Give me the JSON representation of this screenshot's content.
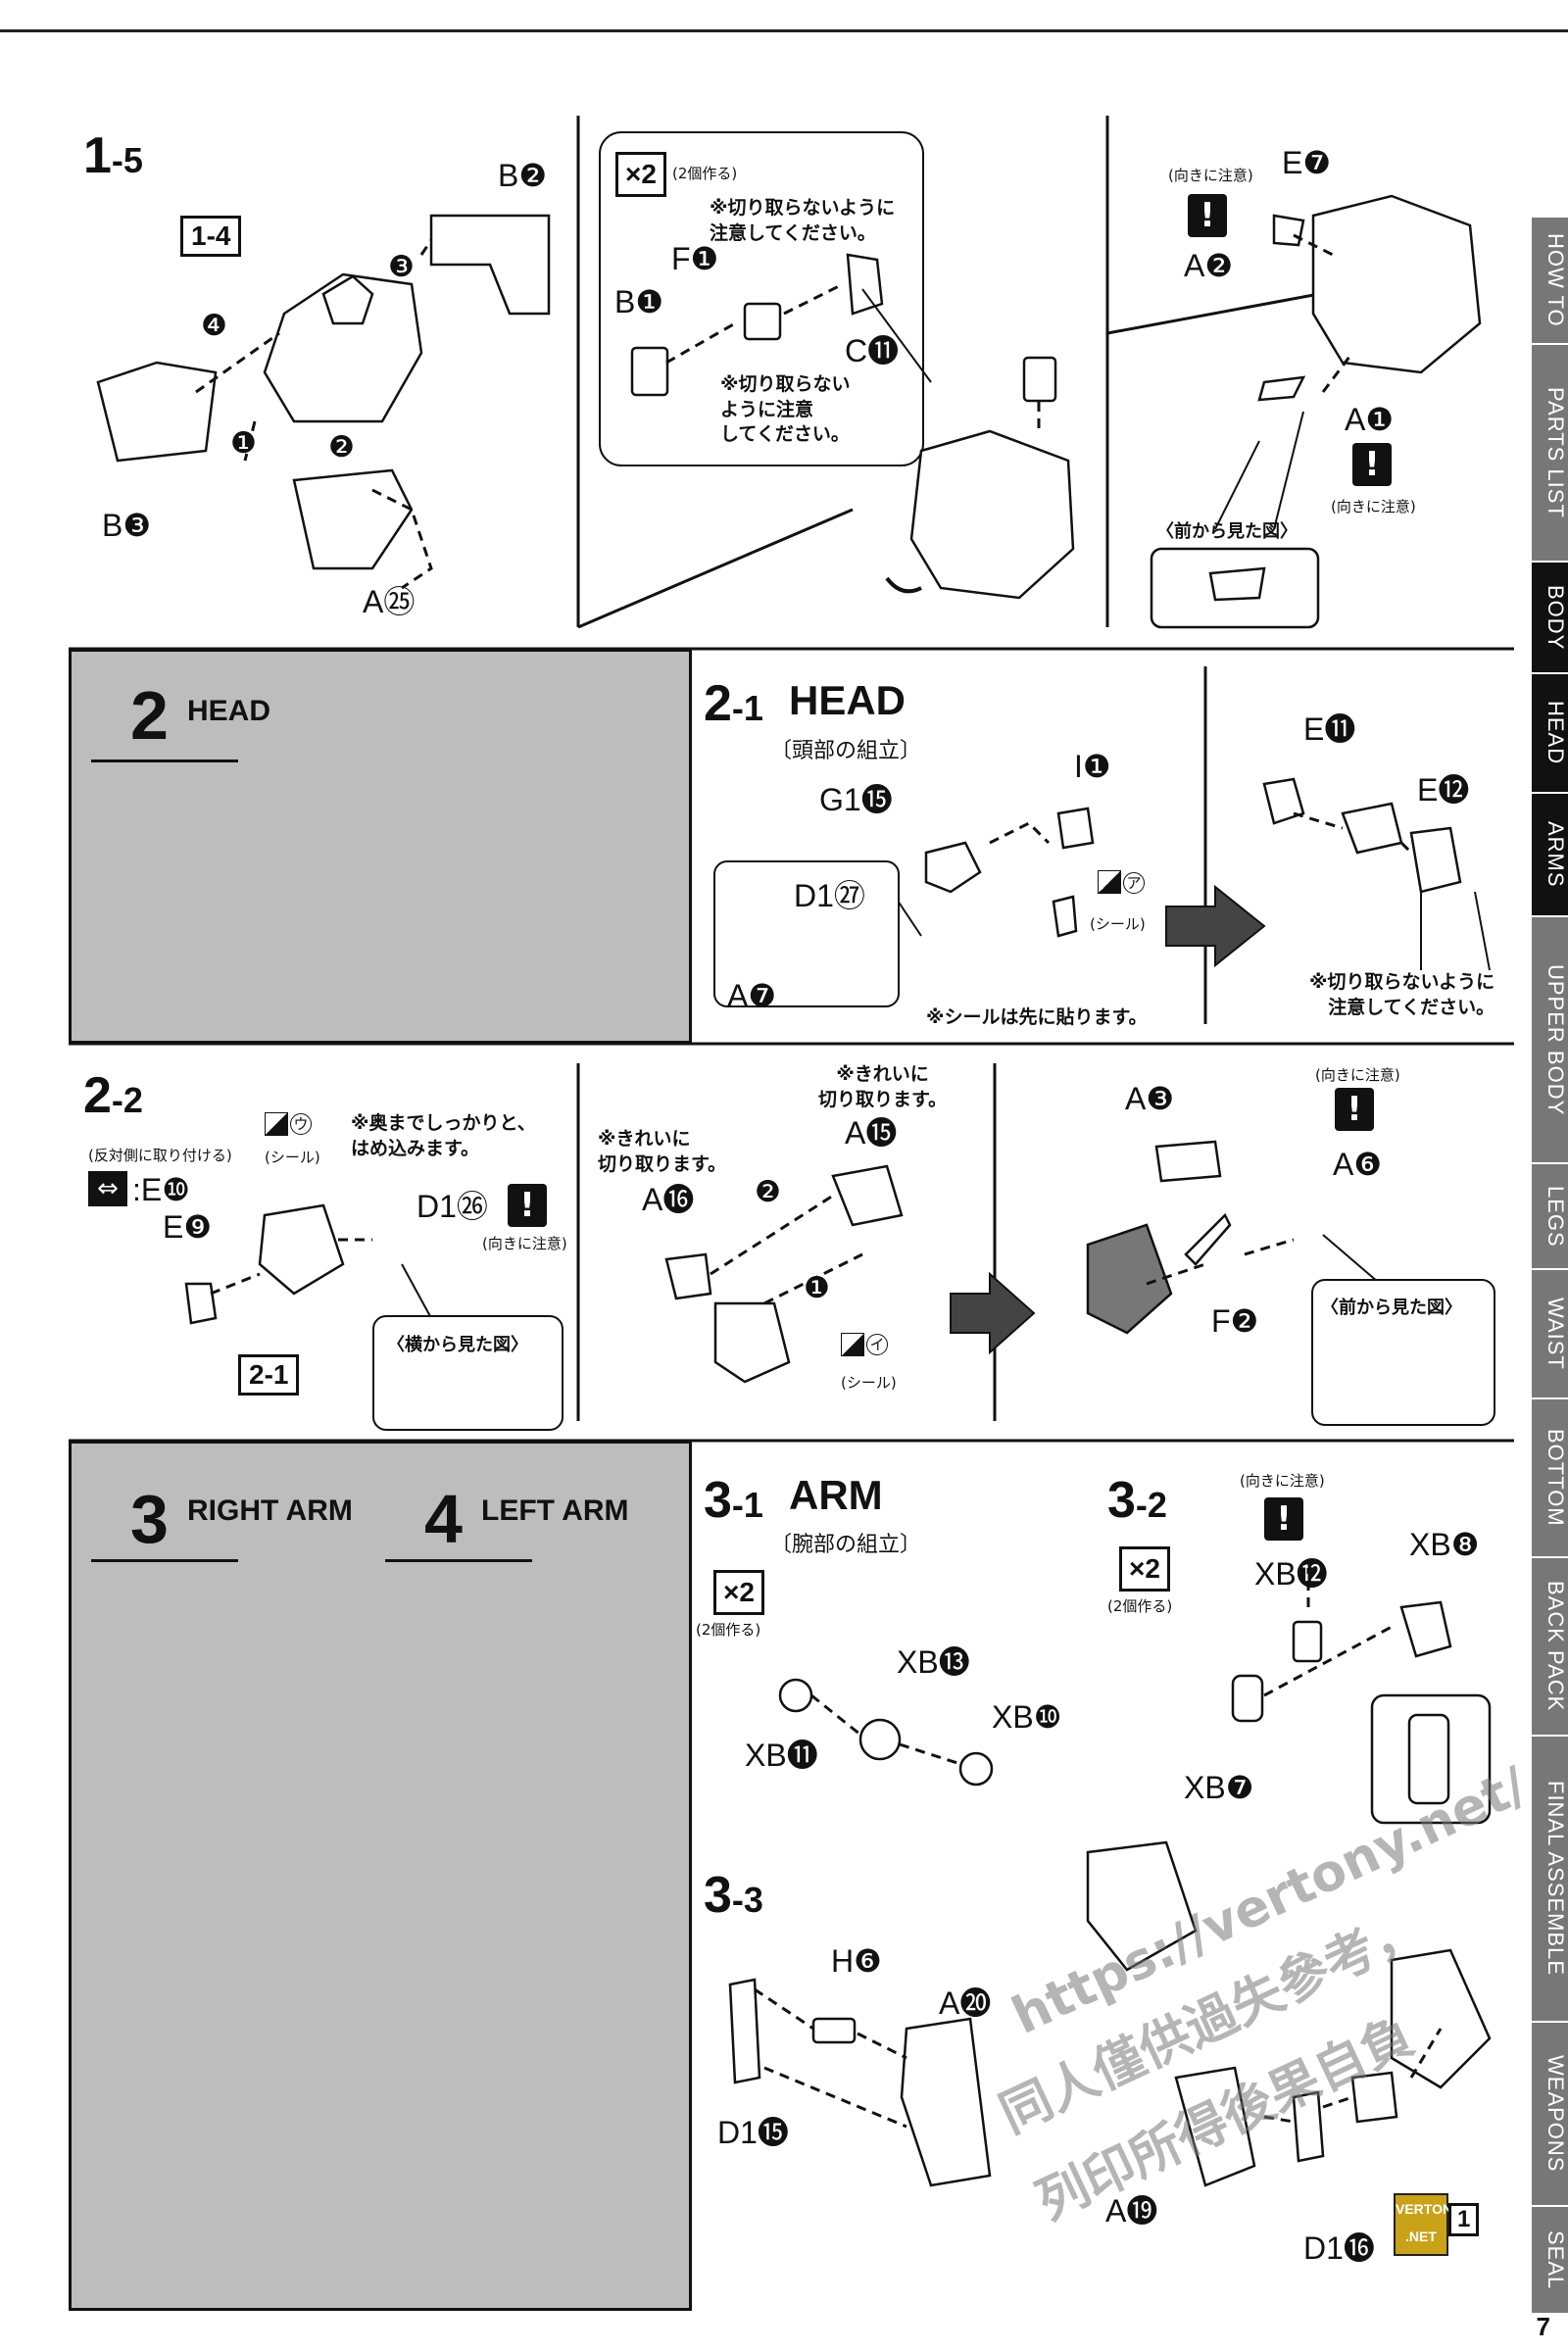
{
  "sidebar": {
    "tabs": [
      {
        "label": "HOW TO",
        "active": false
      },
      {
        "label": "PARTS LIST",
        "active": false
      },
      {
        "label": "BODY",
        "active": true
      },
      {
        "label": "HEAD",
        "active": true
      },
      {
        "label": "ARMS",
        "active": true
      },
      {
        "label": "UPPER BODY",
        "active": false
      },
      {
        "label": "LEGS",
        "active": false
      },
      {
        "label": "WAIST",
        "active": false
      },
      {
        "label": "BOTTOM",
        "active": false
      },
      {
        "label": "BACK PACK",
        "active": false
      },
      {
        "label": "FINAL ASSEMBLE",
        "active": false
      },
      {
        "label": "WEAPONS",
        "active": false
      },
      {
        "label": "SEAL",
        "active": false
      }
    ]
  },
  "page_number": "7",
  "step_1_5": {
    "num": "1",
    "sub": "-5",
    "ref": "1-4",
    "parts": {
      "b2": "B❷",
      "b3": "B❸",
      "a25": "A㉕"
    },
    "seq": [
      "❶",
      "❷",
      "❸",
      "❹"
    ]
  },
  "step_1_5_mid": {
    "mult": "×2",
    "mult_note": "(2個作る)",
    "note1": "※切り取らないように\n注意してください。",
    "note2": "※切り取らない\nように注意\nしてください。",
    "parts": {
      "f1": "F❶",
      "b1": "B❶",
      "c11": "C⓫"
    }
  },
  "step_1_5_right": {
    "caution1": "(向きに注意)",
    "caution2": "(向きに注意)",
    "front_view": "〈前から見た図〉",
    "parts": {
      "e7": "E❼",
      "a2": "A❷",
      "a1": "A❶"
    }
  },
  "section_2": {
    "num": "2",
    "label": "HEAD"
  },
  "step_2_1": {
    "num": "2",
    "sub": "-1",
    "title": "HEAD",
    "subtitle": "〔頭部の組立〕",
    "parts": {
      "g115": "G1⓯",
      "i1": "I❶",
      "d127": "D1㉗",
      "a7": "A❼",
      "e11": "E⓫",
      "e12": "E⓬"
    },
    "seal_a": "(シール)",
    "seal_a_mark": "ア",
    "seal_note": "※シールは先に貼ります。",
    "cut_note": "※切り取らないように\n注意してください。"
  },
  "step_2_2": {
    "num": "2",
    "sub": "-2",
    "opposite": "(反対側に取り付ける)",
    "parts": {
      "e10": ":E❿",
      "e9": "E❾",
      "d126": "D1㉖",
      "a16": "A⓰",
      "a15": "A⓯",
      "a3": "A❸",
      "a6": "A❻",
      "f2": "F❷"
    },
    "seal_u": "(シール)",
    "seal_u_mark": "ウ",
    "seal_i": "(シール)",
    "seal_i_mark": "イ",
    "ref": "2-1",
    "press_note": "※奥までしっかりと、\nはめ込みます。",
    "caution": "(向きに注意)",
    "caution2": "(向きに注意)",
    "side_view": "〈横から見た図〉",
    "front_view": "〈前から見た図〉",
    "clean_note1": "※きれいに\n切り取ります。",
    "clean_note2": "※きれいに\n切り取ります。",
    "seq": [
      "❶",
      "❷"
    ]
  },
  "section_3_4": {
    "num3": "3",
    "label3": "RIGHT ARM",
    "num4": "4",
    "label4": "LEFT ARM"
  },
  "step_3_1": {
    "num": "3",
    "sub": "-1",
    "title": "ARM",
    "subtitle": "〔腕部の組立〕",
    "mult": "×2",
    "mult_note": "(2個作る)",
    "parts": {
      "xb13": "XB⓭",
      "xb11": "XB⓫",
      "xb10": "XB❿"
    }
  },
  "step_3_2": {
    "num": "3",
    "sub": "-2",
    "mult": "×2",
    "mult_note": "(2個作る)",
    "caution": "(向きに注意)",
    "parts": {
      "xb12": "XB⓬",
      "xb8": "XB❽",
      "xb7": "XB❼"
    }
  },
  "step_3_3": {
    "num": "3",
    "sub": "-3",
    "parts": {
      "h6": "H❻",
      "a20": "A⓴",
      "d115": "D1⓯",
      "a19": "A⓳",
      "d116": "D1⓰"
    },
    "ref": "1",
    "watermark1": "https://vertony.net/",
    "watermark2": "同人僅供過失參考，",
    "watermark3": "列印所得後果自負",
    "logo": "VERTONY .NET"
  }
}
